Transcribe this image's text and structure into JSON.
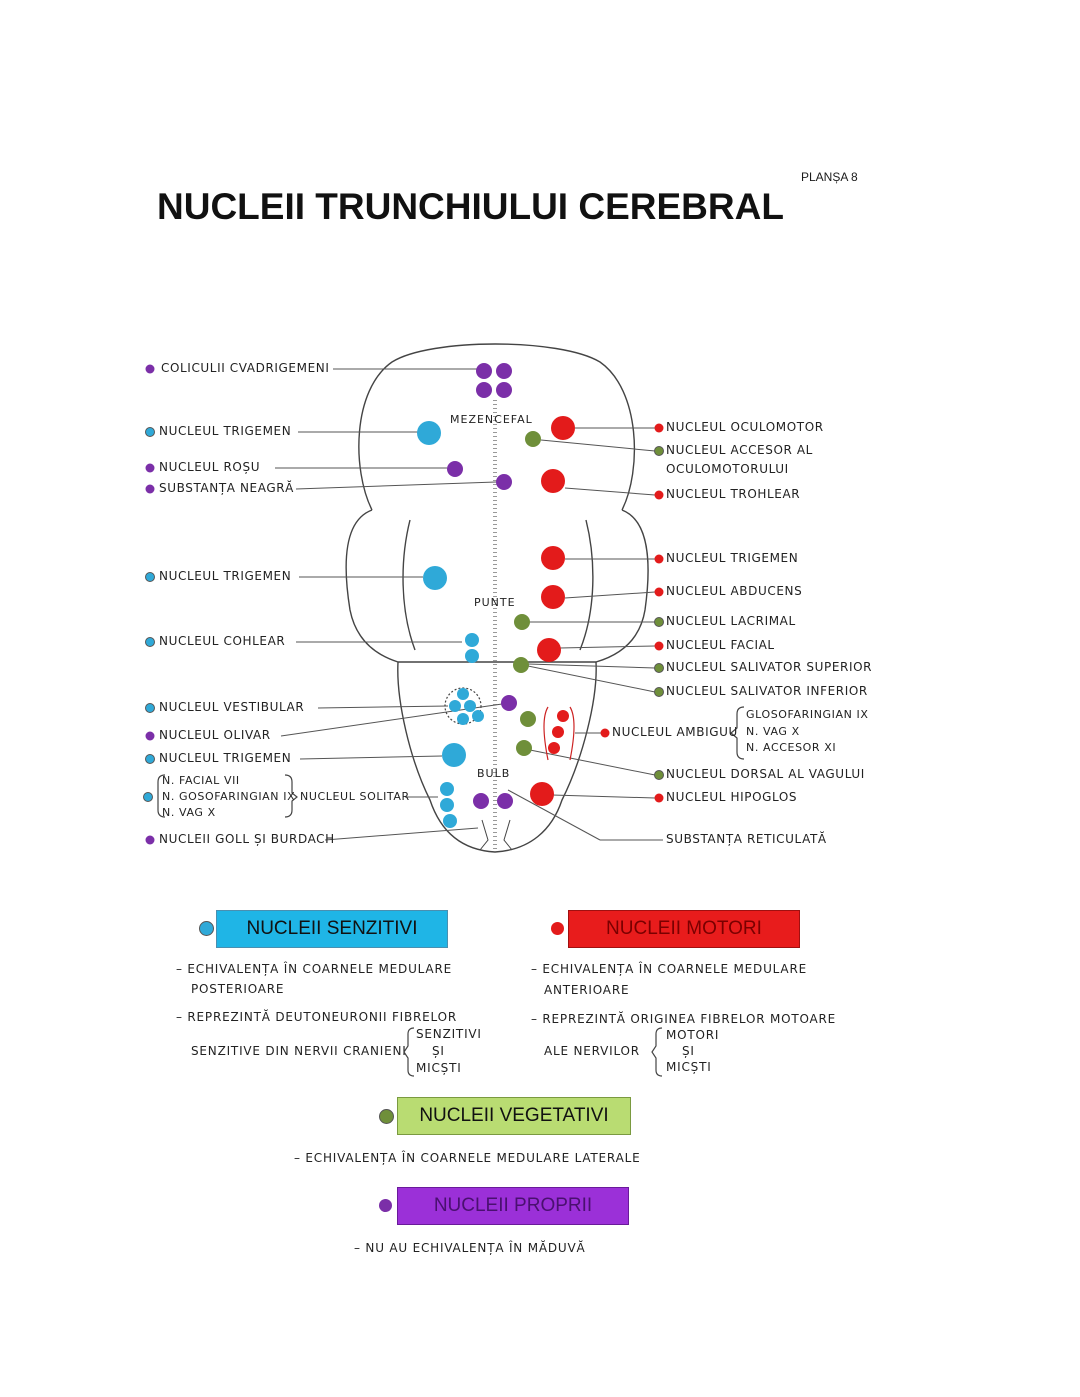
{
  "header": {
    "plate": "PLANȘA 8",
    "title": "NUCLEII TRUNCHIULUI CEREBRAL"
  },
  "colors": {
    "senzitiv": "#2fa9d8",
    "motor": "#e31b1b",
    "vegetativ": "#6f8f3a",
    "propriu": "#7b2fa8"
  },
  "regions": {
    "mezencefal": "MEZENCEFAL",
    "punte": "PUNTE",
    "bulb": "BULB"
  },
  "labels_left": {
    "coliculii": "COLICULII CVADRIGEMENI",
    "trigemen_mez": "NUCLEUL TRIGEMEN",
    "rosu": "NUCLEUL ROȘU",
    "neagra": "SUBSTANȚA NEAGRĂ",
    "trigemen_punte": "NUCLEUL TRIGEMEN",
    "cohlear": "NUCLEUL COHLEAR",
    "vestibular": "NUCLEUL VESTIBULAR",
    "olivar": "NUCLEUL OLIVAR",
    "trigemen_bulb": "NUCLEUL TRIGEMEN",
    "solitar_n1": "N. FACIAL VII",
    "solitar_n2": "N. GOSOFARINGIAN IX",
    "solitar_n3": "N. VAG X",
    "solitar": "NUCLEUL SOLITAR",
    "goll": "NUCLEII GOLL ȘI BURDACH"
  },
  "labels_right": {
    "oculomotor": "NUCLEUL OCULOMOTOR",
    "accesor_1": "NUCLEUL ACCESOR AL",
    "accesor_2": "OCULOMOTORULUI",
    "trohlear": "NUCLEUL TROHLEAR",
    "trigemen": "NUCLEUL TRIGEMEN",
    "abducens": "NUCLEUL ABDUCENS",
    "lacrimal": "NUCLEUL LACRIMAL",
    "facial": "NUCLEUL FACIAL",
    "salivator_sup": "NUCLEUL SALIVATOR SUPERIOR",
    "salivator_inf": "NUCLEUL SALIVATOR INFERIOR",
    "ambiguu": "NUCLEUL AMBIGUU",
    "ambiguu_n1": "GLOSOFARINGIAN IX",
    "ambiguu_n2": "N. VAG X",
    "ambiguu_n3": "N. ACCESOR XI",
    "dorsal_vag": "NUCLEUL DORSAL AL VAGULUI",
    "hipoglos": "NUCLEUL HIPOGLOS",
    "reticulata": "SUBSTANȚA RETICULATĂ"
  },
  "legend": {
    "senzitivi": {
      "title": "NUCLEII SENZITIVI",
      "line1": "– ECHIVALENȚA ÎN COARNELE MEDULARE",
      "line2": "POSTERIOARE",
      "line3": "– REPREZINTĂ DEUTONEURONII FIBRELOR",
      "line4": "SENZITIVE DIN NERVII CRANIENI",
      "b1": "SENZITIVI",
      "b2": "ȘI",
      "b3": "MICȘTI"
    },
    "motori": {
      "title": "NUCLEII MOTORI",
      "line1": "– ECHIVALENȚA ÎN COARNELE MEDULARE",
      "line2": "ANTERIOARE",
      "line3": "– REPREZINTĂ ORIGINEA FIBRELOR MOTOARE",
      "line4": "ALE NERVILOR",
      "b1": "MOTORI",
      "b2": "ȘI",
      "b3": "MICȘTI"
    },
    "vegetativi": {
      "title": "NUCLEII VEGETATIVI",
      "line1": "– ECHIVALENȚA ÎN COARNELE MEDULARE LATERALE"
    },
    "proprii": {
      "title": "NUCLEII PROPRII",
      "line1": "– NU AU ECHIVALENȚA ÎN MĂDUVĂ"
    }
  }
}
